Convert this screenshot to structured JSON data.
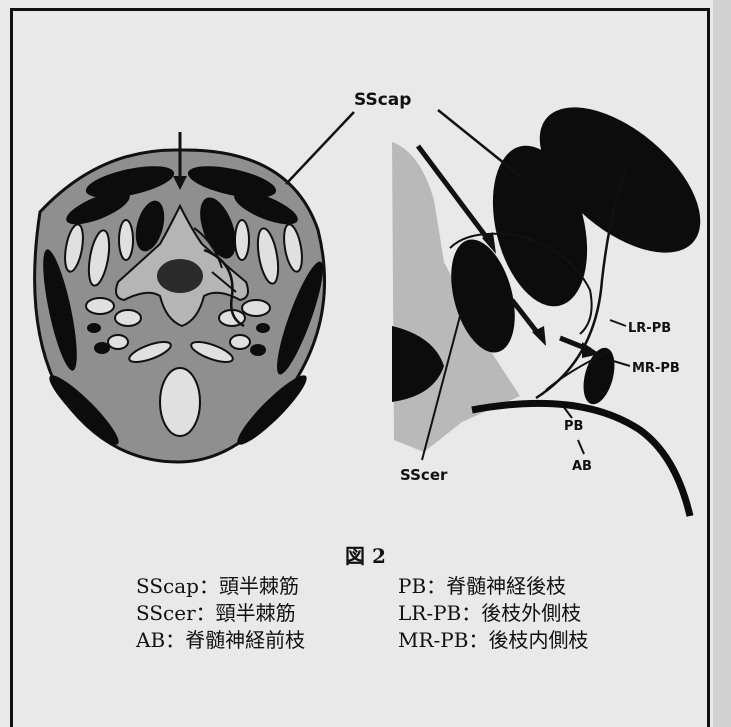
{
  "labels": {
    "sscap": "SScap",
    "sscer": "SScer",
    "lr_pb": "LR-PB",
    "mr_pb": "MR-PB",
    "pb": "PB",
    "ab": "AB"
  },
  "caption": {
    "title": "図 2",
    "left": [
      "SScap：頭半棘筋",
      "SScer：頸半棘筋",
      "AB：脊髄神経前枝"
    ],
    "right": [
      "PB：脊髄神経後枝",
      "LR-PB：後枝外側枝",
      "MR-PB：後枝内側枝"
    ]
  },
  "colors": {
    "muscle": "#0c0c0c",
    "section_fill": "#8f8f8f",
    "light_region": "#b9b9b9",
    "paper": "#e9e9e9"
  }
}
